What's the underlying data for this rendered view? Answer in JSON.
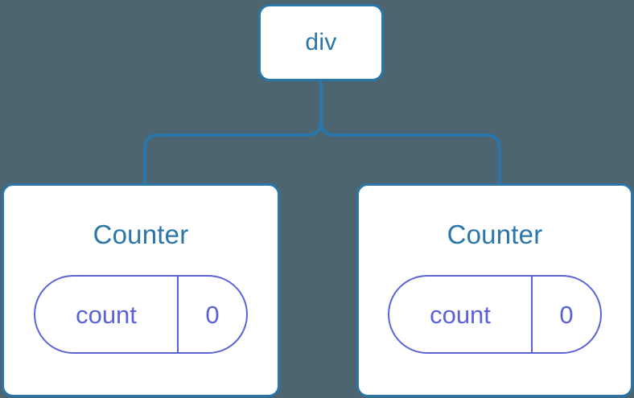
{
  "diagram": {
    "type": "component-tree",
    "background_color": "#4c6571",
    "node_border_color": "#2a76a8",
    "node_fill_color": "#ffffff",
    "node_label_color": "#2a76a8",
    "state_accent_color": "#5b62d6",
    "connector_color": "#2a76a8",
    "root": {
      "label": "div"
    },
    "children": [
      {
        "label": "Counter",
        "state": {
          "key": "count",
          "value": "0"
        }
      },
      {
        "label": "Counter",
        "state": {
          "key": "count",
          "value": "0"
        }
      }
    ]
  }
}
